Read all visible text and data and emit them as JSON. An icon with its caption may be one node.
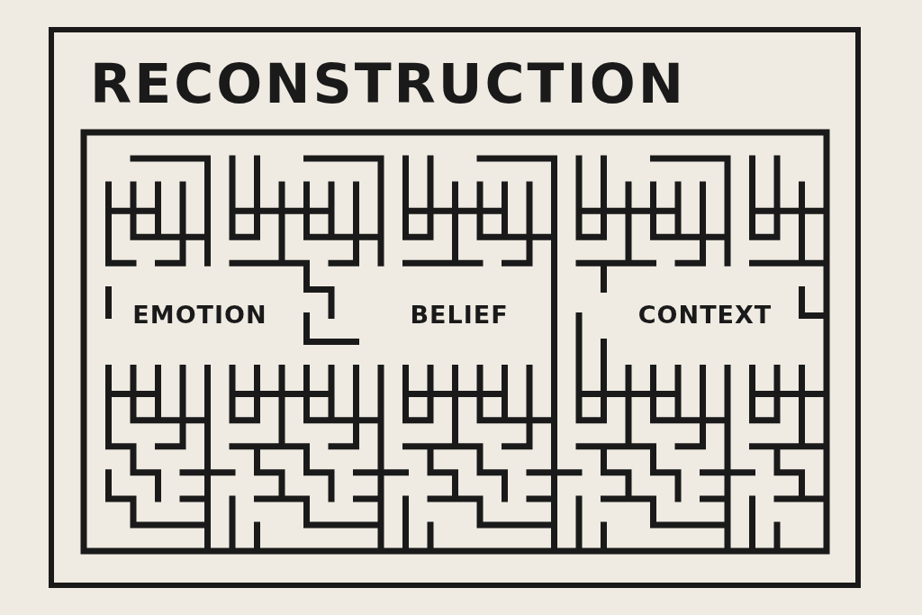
{
  "diagram": {
    "title": "RECONSTRUCTION",
    "labels": [
      "EMOTION",
      "BELIEF",
      "CONTEXT"
    ]
  }
}
